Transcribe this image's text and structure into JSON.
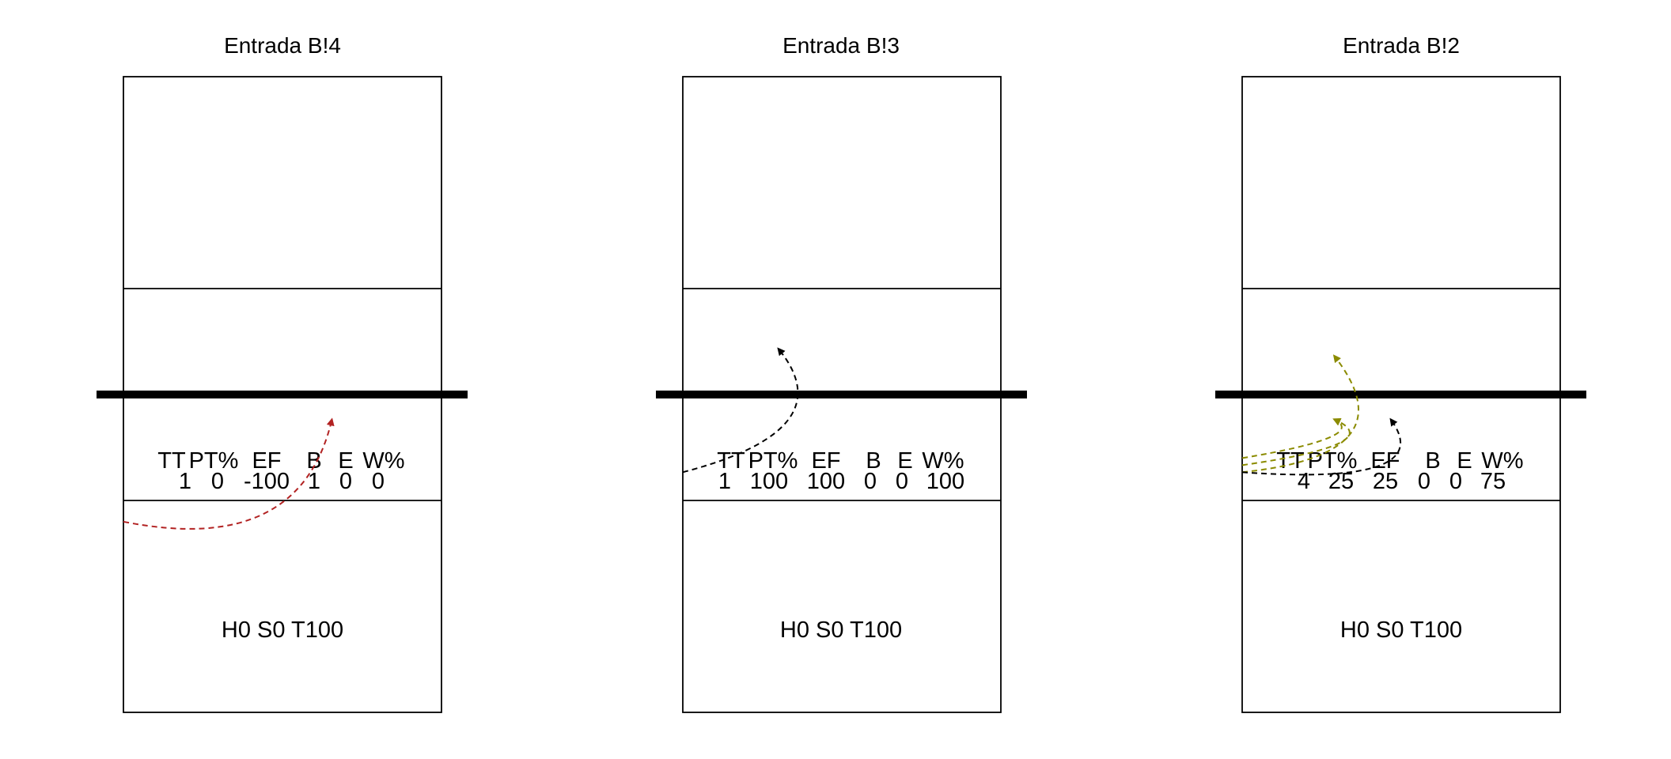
{
  "colors": {
    "line": "#000000",
    "net": "#000000",
    "red": "#b22222",
    "black": "#000000",
    "olive": "#8b8b00"
  },
  "panels": [
    {
      "title": "Entrada B!4",
      "stats_header": [
        "TT",
        "PT%",
        "EF",
        "B",
        "E",
        "W%"
      ],
      "stats_values": [
        "1",
        "0",
        "-100",
        "1",
        "0",
        "0"
      ],
      "zone_text": "H0 S0 T100",
      "arrows": [
        {
          "color": "red",
          "from": [
            0.0,
            3.6
          ],
          "ctrl": [
            5.0,
            4.6
          ],
          "to": [
            5.9,
            0.7
          ]
        }
      ]
    },
    {
      "title": "Entrada B!3",
      "stats_header": [
        "TT",
        "PT%",
        "EF",
        "B",
        "E",
        "W%"
      ],
      "stats_values": [
        "1",
        "100",
        "100",
        "0",
        "0",
        "100"
      ],
      "zone_text": "H0 S0 T100",
      "arrows": [
        {
          "color": "black",
          "from": [
            0.0,
            2.2
          ],
          "ctrl": [
            4.6,
            1.0
          ],
          "to": [
            2.7,
            -1.3
          ]
        }
      ]
    },
    {
      "title": "Entrada B!2",
      "stats_header": [
        "TT",
        "PT%",
        "EF",
        "B",
        "E",
        "W%"
      ],
      "stats_values": [
        "4",
        "25",
        "25",
        "0",
        "0",
        "75"
      ],
      "zone_text": "H0 S0 T100",
      "arrows": [
        {
          "color": "olive",
          "from": [
            0.0,
            2.2
          ],
          "ctrl": [
            4.8,
            1.7
          ],
          "to": [
            2.6,
            -1.1
          ]
        },
        {
          "color": "olive",
          "from": [
            0.0,
            2.0
          ],
          "ctrl": [
            4.2,
            1.4
          ],
          "to": [
            2.6,
            0.7
          ]
        },
        {
          "color": "olive",
          "from": [
            0.0,
            1.8
          ],
          "ctrl": [
            3.6,
            1.2
          ],
          "to": [
            2.6,
            0.7
          ]
        },
        {
          "color": "black",
          "from": [
            0.0,
            2.2
          ],
          "ctrl": [
            5.6,
            2.6
          ],
          "to": [
            4.2,
            0.7
          ]
        }
      ]
    }
  ]
}
